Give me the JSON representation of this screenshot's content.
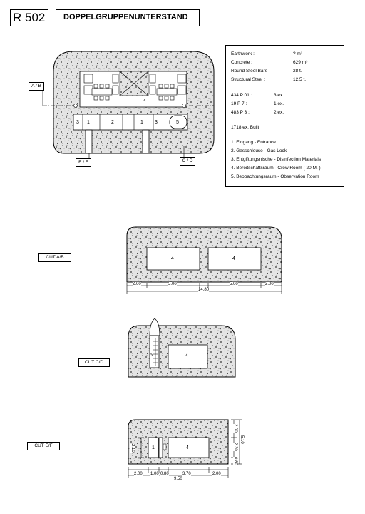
{
  "header": {
    "code": "R 502",
    "title": "DOPPELGRUPPENUNTERSTAND"
  },
  "materials": [
    {
      "name": "Earthwork :",
      "value": "?  m³"
    },
    {
      "name": "Concrete :",
      "value": "629 m³"
    },
    {
      "name": "Round Steel Bars :",
      "value": "28 t."
    },
    {
      "name": "Structural Steel :",
      "value": "12.5 t."
    }
  ],
  "fittings": [
    {
      "name": "434 P 01 :",
      "value": "3 ex."
    },
    {
      "name": "19 P 7 :",
      "value": "1 ex."
    },
    {
      "name": "483 P 3 :",
      "value": "2 ex."
    }
  ],
  "built": "1718 ex. Built",
  "legend": [
    "1. Eingang - Entrance",
    "2. Gasschleuse - Gas Lock",
    "3. Entgiftungsnische - Disinfection Materials",
    "4. Bereitschaftsraum - Crew Room ( 20 M. )",
    "5. Beobachtungsraum - Observation Room"
  ],
  "plan": {
    "cut_ab": "A / B",
    "cut_ef": "E / F",
    "cut_cd": "C / D",
    "room_labels": [
      "4",
      "3",
      "1",
      "2",
      "1",
      "3",
      "5"
    ]
  },
  "sections": {
    "ab": {
      "label": "CUT A/B",
      "rooms": [
        "4",
        "4"
      ],
      "dims": [
        "2.00",
        "5.00",
        "14.80",
        "5.00",
        "2.00"
      ]
    },
    "cd": {
      "label": "CUT C/D",
      "rooms": [
        "5",
        "4"
      ]
    },
    "ef": {
      "label": "CUT E/F",
      "rooms": [
        "1",
        "4"
      ],
      "dims_h": [
        "2.00",
        "1.00",
        "0.80",
        "3.70",
        "2.00",
        "9.50"
      ],
      "dims_v": [
        "2.10",
        "2.00",
        "5.10",
        "2.30",
        "0.80"
      ]
    }
  }
}
